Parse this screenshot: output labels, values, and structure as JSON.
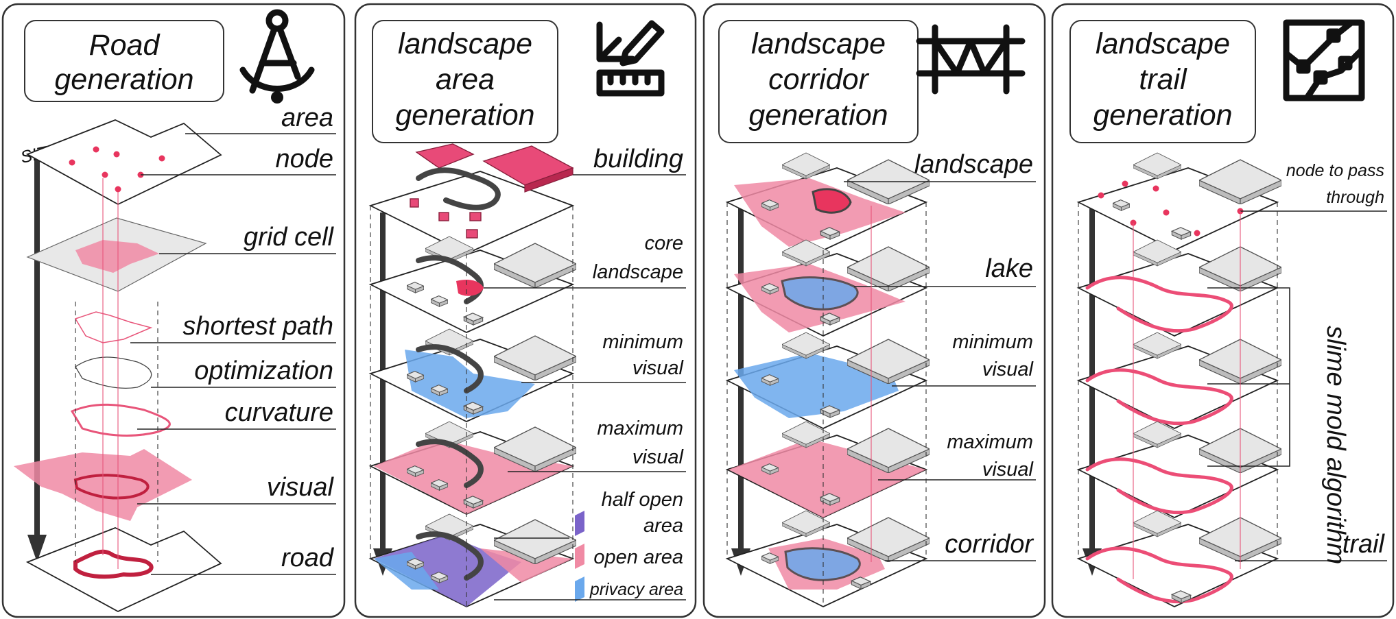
{
  "panels": [
    {
      "title": [
        "Road",
        "generation"
      ],
      "icon": "compass-icon",
      "site_label": "SITE",
      "labels": [
        "area",
        "node",
        "grid cell",
        "shortest path",
        "optimization",
        "curvature",
        "visual",
        "road"
      ]
    },
    {
      "title": [
        "landscape",
        "area",
        "generation"
      ],
      "icon": "ruler-pencil-icon",
      "labels": [
        "building",
        "core",
        "landscape",
        "minimum",
        "visual",
        "maximum",
        "visual"
      ],
      "legend": [
        {
          "label_line1": "half open",
          "label_line2": "area",
          "color": "#7a63c9"
        },
        {
          "label": "open area",
          "color": "#f08aa4"
        },
        {
          "label": "privacy area",
          "color": "#6aa8ec"
        }
      ]
    },
    {
      "title": [
        "landscape",
        "corridor",
        "generation"
      ],
      "icon": "fence-icon",
      "labels": [
        "landscape",
        "lake",
        "minimum",
        "visual",
        "maximum",
        "visual",
        "corridor"
      ]
    },
    {
      "title": [
        "landscape",
        "trail",
        "generation"
      ],
      "icon": "circuit-map-icon",
      "labels": [
        "node to pass",
        "through",
        "slime mold algorithm",
        "trail"
      ]
    }
  ],
  "colors": {
    "pink": "#f08aa4",
    "red": "#e8355e",
    "blue": "#6aa8ec",
    "purple": "#7a63c9",
    "gray": "#e6e6e6"
  }
}
